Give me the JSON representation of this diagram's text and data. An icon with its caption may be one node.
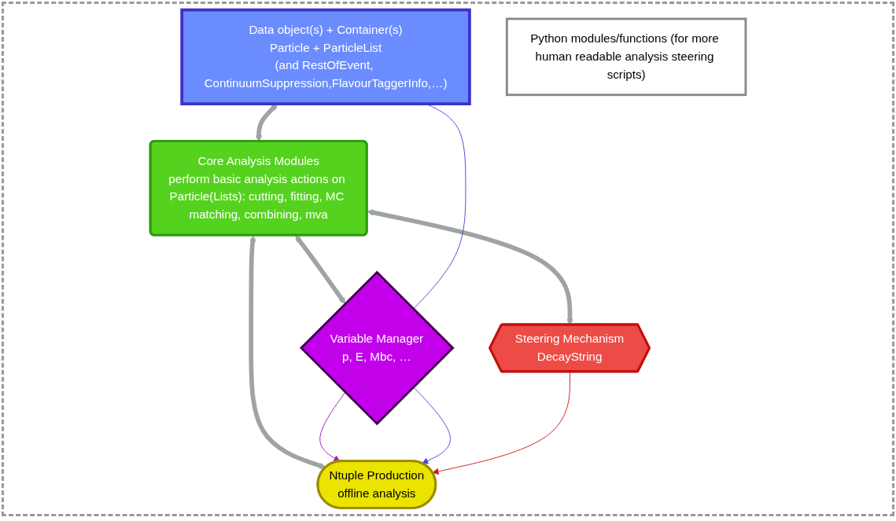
{
  "diagram": {
    "nodes": [
      {
        "text": [
          "Data object(s) + Container(s)",
          "Particle + ParticleList",
          "(and RestOfEvent, ContinuumSuppression,FlavourTaggerInfo,…)"
        ]
      },
      {
        "text": [
          "Core Analysis Modules",
          "perform basic analysis actions on Particle(Lists): cutting, fitting, MC matching, combining, mva"
        ]
      },
      {
        "text": [
          "Steering Mechanism",
          "DecayString"
        ]
      },
      {
        "text": [
          "Variable Manager",
          "p, E, Mbc, …"
        ]
      },
      {
        "text": [
          "Ntuple Production",
          "offline analysis"
        ]
      },
      {
        "text": [
          "Python modules/functions (for more human readable analysis steering scripts)"
        ]
      }
    ],
    "edges": [
      {
        "from": 0,
        "to": 1,
        "arrow": "both",
        "style": "thick",
        "color": "#9ea3a3"
      },
      {
        "from": 1,
        "to": 2,
        "arrow": "both",
        "style": "thick",
        "color": "#9ea3a3"
      },
      {
        "from": 1,
        "to": 3,
        "arrow": "both",
        "style": "thick",
        "color": "#9ea3a3"
      },
      {
        "from": 1,
        "to": 4,
        "arrow": "both",
        "style": "thick",
        "color": "#9ea3a3"
      },
      {
        "from": 0,
        "to": 3,
        "arrow": "none",
        "color": "#4a4ad6"
      },
      {
        "from": 3,
        "to": 4,
        "arrow": "to",
        "color": "#9a1fb8"
      },
      {
        "from": 3,
        "to": 4,
        "arrow": "to",
        "color": "#4a4ad6"
      },
      {
        "from": 2,
        "to": 4,
        "arrow": "to",
        "color": "#d01a1a"
      }
    ]
  }
}
